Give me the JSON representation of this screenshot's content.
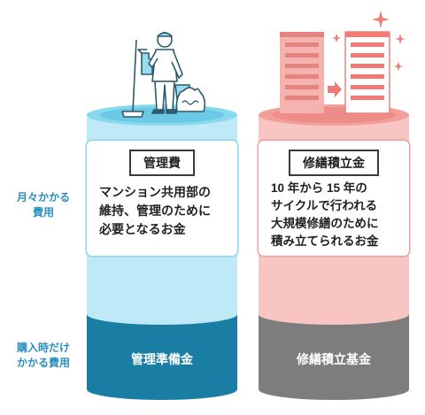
{
  "row_labels": {
    "monthly": "月々かかる\n費用",
    "purchase": "購入時だけ\nかかる費用"
  },
  "left": {
    "card_title": "管理費",
    "card_body": "マンション共用部の\n維持、管理のために\n必要となるお金",
    "base_label": "管理準備金"
  },
  "right": {
    "card_title": "修繕積立金",
    "card_body": "10 年から 15 年の\nサイクルで行われる\n大規模修繕のために\n積み立てられるお金",
    "base_label": "修繕積立基金"
  },
  "colors": {
    "left_top": "#88d8ee",
    "left_body": "#bfe9f6",
    "left_base": "#1a7ea4",
    "left_label": "#2a8fbf",
    "right_top": "#f29f9a",
    "right_body": "#f8c5c2",
    "right_base": "#7d7d7d",
    "accent_red": "#f07b76"
  },
  "icons": {
    "left_illustration": "janitor-icon",
    "right_illustration": "building-renovation-icon"
  }
}
